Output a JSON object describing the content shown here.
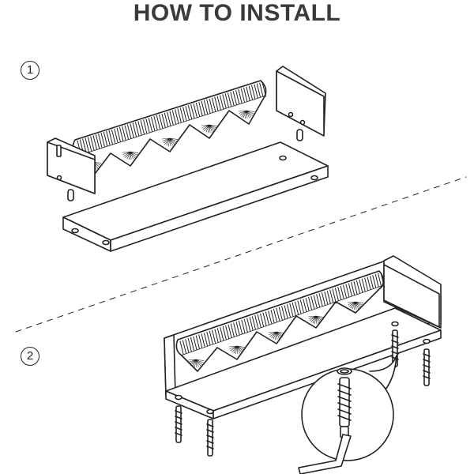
{
  "title": "HOW TO INSTALL",
  "steps": [
    "1",
    "2"
  ],
  "colors": {
    "ink": "#222222",
    "title": "#3a3a3a",
    "background": "#ffffff"
  },
  "icons": {
    "screw": "wall-anchor-screw-icon",
    "key": "hex-key-icon",
    "magnifier": "detail-magnifier-icon"
  }
}
